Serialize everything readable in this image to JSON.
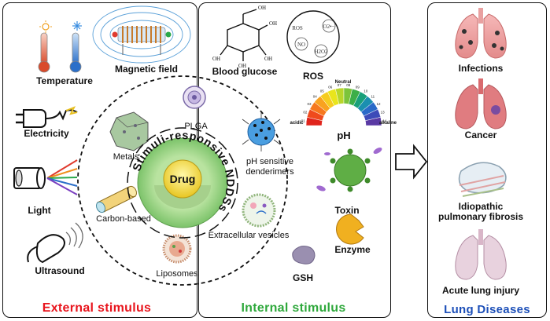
{
  "external": {
    "title": "External stimulus",
    "items": [
      "Temperature",
      "Magnetic field",
      "Electricity",
      "Light",
      "Ultrasound"
    ]
  },
  "internal": {
    "title": "Internal stimulus",
    "items": [
      "Blood glucose",
      "ROS",
      "pH",
      "Toxin",
      "Enzyme",
      "GSH"
    ]
  },
  "carriers": {
    "plga": "PLGA",
    "metals": "Metals",
    "ph_dendrimers": "pH sensitive\ndenderimers",
    "carbon": "Carbon-based",
    "vesicles": "Extracellular vesicles",
    "liposomes": "Liposomes"
  },
  "core": {
    "drug": "Drug",
    "ring_text": "Stimuli-responsive NDDSs"
  },
  "ph_scale": {
    "neutral": "Neutral",
    "acidic": "acidic",
    "alkaline": "alkaline",
    "numbers": [
      "01",
      "02",
      "03",
      "04",
      "05",
      "06",
      "07",
      "08",
      "09",
      "10",
      "11",
      "12",
      "13",
      "14"
    ]
  },
  "ros_species": [
    "ROS",
    "O2•−",
    "NO",
    "H2O2"
  ],
  "glucose_groups": [
    "OH",
    "OH",
    "OH",
    "OH",
    "OH"
  ],
  "lung": {
    "title": "Lung Diseases",
    "items": [
      "Infections",
      "Cancer",
      "Idiopathic\npulmonary fibrosis",
      "Acute lung injury"
    ]
  },
  "colors": {
    "external_title": "#e8141c",
    "internal_title": "#2ea83b",
    "lung_title": "#1c4fb8"
  }
}
